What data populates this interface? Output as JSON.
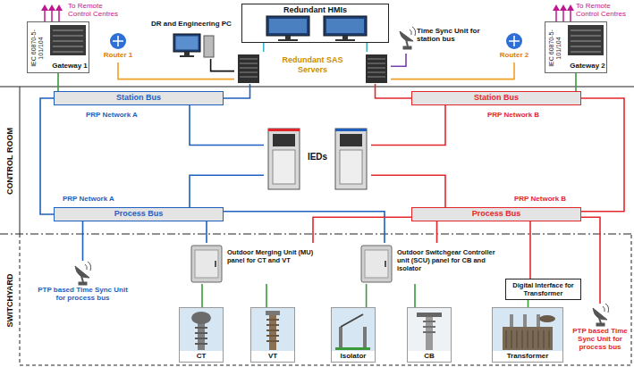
{
  "diagram": {
    "nodes": [
      {
        "text": [
          "IEC 60870-5-101/104",
          "Gateway 1"
        ]
      },
      {
        "text": [
          "Router 1"
        ]
      },
      {
        "text": [
          "DR and Engineering PC"
        ]
      },
      {
        "text": [
          "Redundant HMIs"
        ]
      },
      {
        "text": [
          "Redundant SAS Servers"
        ]
      },
      {
        "text": [
          "Time Sync Unit for station bus"
        ]
      },
      {
        "text": [
          "Router 2"
        ]
      },
      {
        "text": [
          "IEC 60870-5-101/104",
          "Gateway 2"
        ]
      },
      {
        "text": [
          "Station Bus"
        ]
      },
      {
        "text": [
          "Station Bus"
        ]
      },
      {
        "text": [
          "IEDs"
        ]
      },
      {
        "text": [
          "Process Bus"
        ]
      },
      {
        "text": [
          "Process Bus"
        ]
      },
      {
        "text": [
          "Outdoor Merging Unit (MU) panel for CT and VT"
        ]
      },
      {
        "text": [
          "Outdoor Switchgear Controller unit (SCU) panel for CB and isolator"
        ]
      },
      {
        "text": [
          "Digital Interface for Transformer"
        ]
      },
      {
        "text": [
          "PTP based Time Sync Unit for process bus"
        ]
      },
      {
        "text": [
          "CT"
        ]
      },
      {
        "text": [
          "VT"
        ]
      },
      {
        "text": [
          "Isolator"
        ]
      },
      {
        "text": [
          "CB"
        ]
      },
      {
        "text": [
          "Transformer"
        ]
      },
      {
        "text": [
          "PTP based Time Sync Unit for process bus"
        ]
      }
    ],
    "edges": [
      {
        "from": 3,
        "to": 4,
        "arrow": "none"
      },
      {
        "from": 3,
        "to": 4,
        "arrow": "none"
      },
      {
        "from": 2,
        "to": 4,
        "arrow": "none"
      },
      {
        "from": 1,
        "to": 4,
        "arrow": "none"
      },
      {
        "from": 6,
        "to": 4,
        "arrow": "none"
      },
      {
        "from": 5,
        "to": 4,
        "arrow": "none"
      },
      {
        "from": 0,
        "to": 8,
        "arrow": "none"
      },
      {
        "from": 7,
        "to": 9,
        "arrow": "none"
      },
      {
        "from": 4,
        "to": 8,
        "arrow": "none"
      },
      {
        "from": 4,
        "to": 9,
        "arrow": "none"
      },
      {
        "from": 8,
        "to": 10,
        "arrow": "none"
      },
      {
        "from": 9,
        "to": 10,
        "arrow": "none"
      },
      {
        "from": 8,
        "to": 11,
        "arrow": "none"
      },
      {
        "from": 9,
        "to": 12,
        "arrow": "none"
      },
      {
        "from": 10,
        "to": 11,
        "arrow": "none"
      },
      {
        "from": 10,
        "to": 12,
        "arrow": "none"
      },
      {
        "from": 11,
        "to": 13,
        "arrow": "none"
      },
      {
        "from": 11,
        "to": 14,
        "arrow": "none"
      },
      {
        "from": 12,
        "to": 13,
        "arrow": "none"
      },
      {
        "from": 12,
        "to": 14,
        "arrow": "none"
      },
      {
        "from": 12,
        "to": 15,
        "arrow": "none"
      },
      {
        "from": 11,
        "to": 16,
        "arrow": "none"
      },
      {
        "from": 12,
        "to": 22,
        "arrow": "none"
      },
      {
        "from": 13,
        "to": 17,
        "arrow": "none"
      },
      {
        "from": 13,
        "to": 18,
        "arrow": "none"
      },
      {
        "from": 14,
        "to": 19,
        "arrow": "none"
      },
      {
        "from": 14,
        "to": 20,
        "arrow": "none"
      },
      {
        "from": 15,
        "to": 21,
        "arrow": "none"
      }
    ],
    "labels": [
      "To Remote Control Centres",
      "To Remote Control Centres",
      "PRP Network A",
      "PRP Network B",
      "PRP Network A",
      "PRP Network B",
      "CONTROL ROOM",
      "SWITCHYARD"
    ]
  }
}
